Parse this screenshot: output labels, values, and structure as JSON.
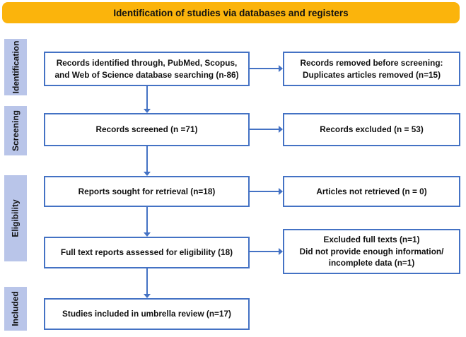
{
  "header": {
    "title": "Identification of studies via databases and registers"
  },
  "colors": {
    "header_bg": "#FBB40C",
    "stage_bg": "#B9C5E9",
    "box_border": "#4472C4",
    "arrow": "#4472C4",
    "text": "#111111",
    "page_bg": "#FFFFFF"
  },
  "stages": [
    {
      "label": "Identification"
    },
    {
      "label": "Screening"
    },
    {
      "label": "Eligibility"
    },
    {
      "label": "Included"
    }
  ],
  "boxes": {
    "l1": {
      "text": "Records identified through, PubMed, Scopus,\nand Web of Science database searching (n-86)"
    },
    "l2": {
      "text": "Records screened (n =71)"
    },
    "l3": {
      "text": "Reports sought for retrieval (n=18)"
    },
    "l4": {
      "text": "Full text reports assessed for eligibility (18)"
    },
    "l5": {
      "text": "Studies included in umbrella review (n=17)"
    },
    "r1": {
      "text": "Records removed before screening:\nDuplicates articles removed (n=15)"
    },
    "r2": {
      "text": "Records excluded (n = 53)"
    },
    "r3": {
      "text": "Articles not retrieved (n = 0)"
    },
    "r4": {
      "text": "Excluded full texts (n=1)\nDid not provide enough information/\nincomplete data (n=1)"
    }
  }
}
